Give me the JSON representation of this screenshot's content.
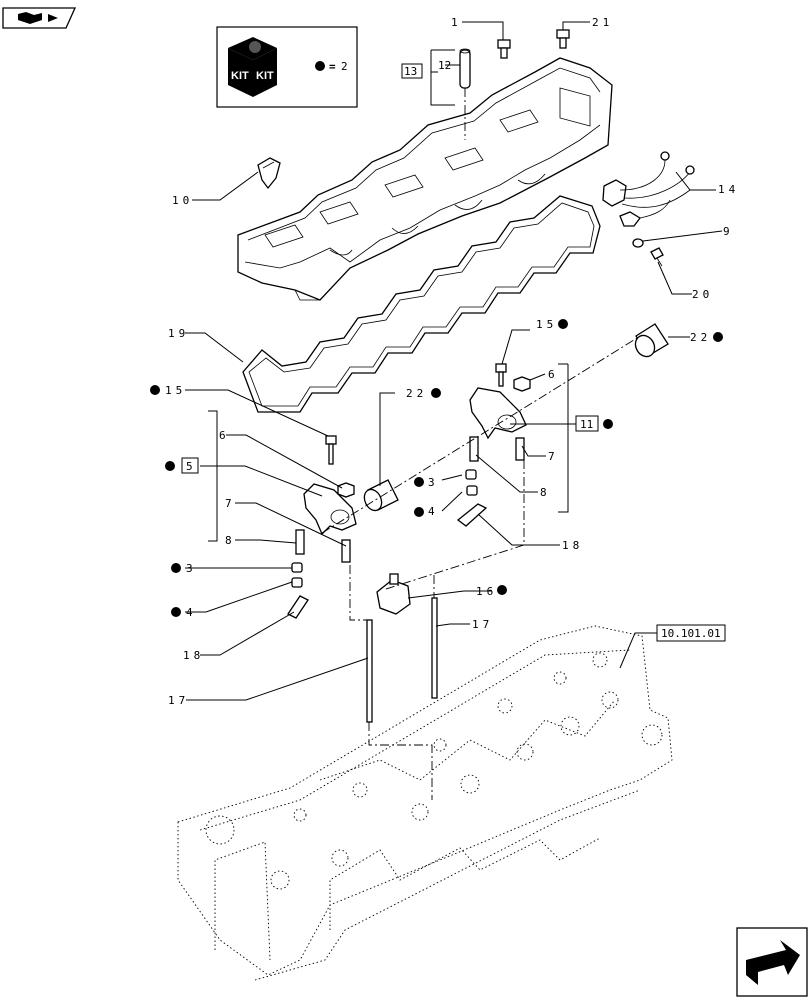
{
  "kit": {
    "box_text_1": "KIT",
    "box_text_2": "KIT",
    "legend_equals": "=",
    "legend_value": "2"
  },
  "callouts": {
    "c1": "1",
    "c21": "21",
    "c13": "13",
    "c12": "12",
    "c10": "10",
    "c14": "14",
    "c9": "9",
    "c20": "20",
    "c19": "19",
    "c15a": "15",
    "c22a": "22",
    "c6a": "6",
    "c11": "11",
    "c7a": "7",
    "c15b": "15",
    "c22b": "22",
    "c6b": "6",
    "c5": "5",
    "c7b": "7",
    "c8a": "8",
    "c3a": "3",
    "c4a": "4",
    "c8b": "8",
    "c3b": "3",
    "c4b": "4",
    "c18a": "18",
    "c16": "16",
    "c17a": "17",
    "c18b": "18",
    "c17b": "17",
    "ref": "10.101.01"
  }
}
